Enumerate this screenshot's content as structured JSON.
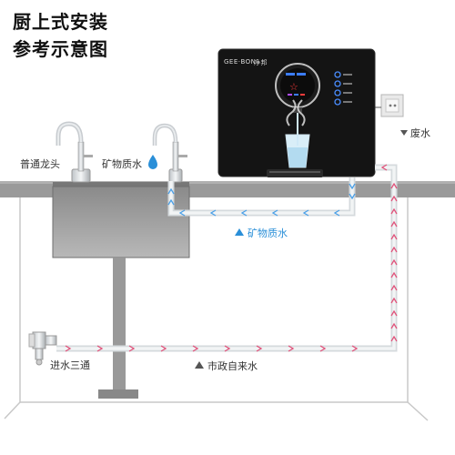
{
  "header": {
    "line1": "厨上式安装",
    "line2": "参考示意图"
  },
  "device": {
    "brand": "GEE·BON",
    "brand_cn": "净邦",
    "body_color": "#111111",
    "display_colors": [
      "#3b7cff",
      "#ff3b3b",
      "#b04bff"
    ]
  },
  "labels": {
    "normal_faucet": "普通龙头",
    "mineral_faucet": "矿物质水",
    "mineral_pipe": "矿物质水",
    "waste_water": "废水",
    "inlet_tee": "进水三通",
    "tap_water": "市政自来水"
  },
  "colors": {
    "pipe_blue_arrow": "#4aa0e8",
    "pipe_red_arrow": "#e0527a",
    "label_blue": "#2a8fd8",
    "counter": "#9a9a9a"
  }
}
